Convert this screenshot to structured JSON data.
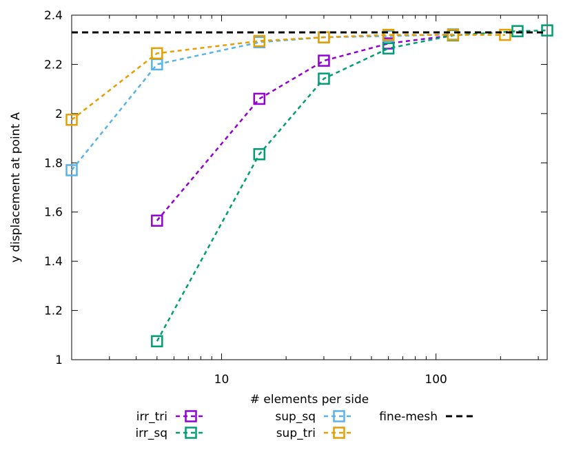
{
  "chart_data": {
    "type": "line",
    "xlabel": "# elements per side",
    "ylabel": "y displacement at point A",
    "xscale": "log",
    "xlim": [
      2,
      330
    ],
    "ylim": [
      1,
      2.4
    ],
    "x_tick_labels": [
      "10",
      "100"
    ],
    "y_tick_labels": [
      "1",
      "1.2",
      "1.4",
      "1.6",
      "1.8",
      "2",
      "2.2",
      "2.4"
    ],
    "grid": false,
    "legend_position": "bottom",
    "series": [
      {
        "name": "irr_tri",
        "color": "#9400d3",
        "marker": "open-square",
        "line": "dashed",
        "x": [
          5,
          15,
          30,
          60,
          120
        ],
        "y": [
          1.565,
          2.06,
          2.215,
          2.285,
          2.318
        ]
      },
      {
        "name": "irr_sq",
        "color": "#009e73",
        "marker": "open-square",
        "line": "dashed",
        "x": [
          5,
          15,
          30,
          60,
          120,
          240,
          330
        ],
        "y": [
          1.075,
          1.835,
          2.142,
          2.265,
          2.318,
          2.335,
          2.338
        ]
      },
      {
        "name": "sup_sq",
        "color": "#56b4e9",
        "marker": "open-square",
        "line": "dashed",
        "x": [
          2,
          5,
          15,
          30,
          60,
          120
        ],
        "y": [
          1.77,
          2.2,
          2.29,
          2.31,
          2.315,
          2.322
        ]
      },
      {
        "name": "sup_tri",
        "color": "#e69f00",
        "marker": "open-square",
        "line": "dashed",
        "x": [
          2,
          5,
          15,
          30,
          60,
          120,
          210
        ],
        "y": [
          1.975,
          2.245,
          2.295,
          2.31,
          2.32,
          2.32,
          2.32
        ]
      },
      {
        "name": "fine-mesh",
        "color": "#000000",
        "marker": "none",
        "line": "dashed",
        "x": [
          2,
          330
        ],
        "y": [
          2.33,
          2.33
        ]
      }
    ]
  }
}
